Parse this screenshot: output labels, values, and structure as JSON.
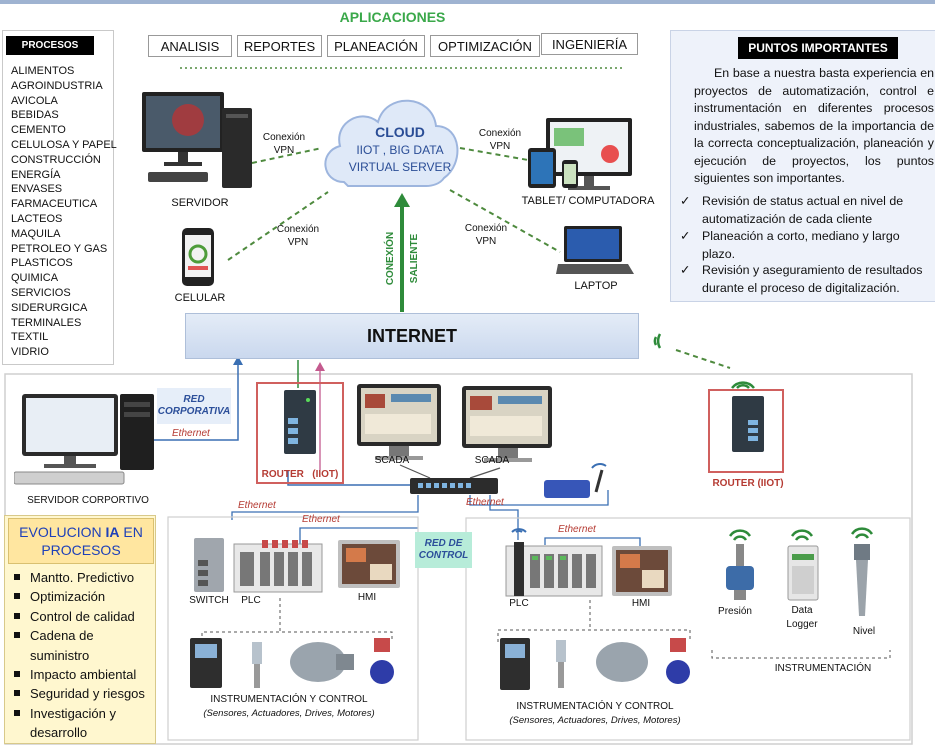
{
  "aplicaciones": {
    "title": "APLICACIONES",
    "buttons": [
      "ANALISIS",
      "REPORTES",
      "PLANEACIÓN",
      "OPTIMIZACIÓN",
      "INGENIERÍA"
    ]
  },
  "procesos": {
    "title": "PROCESOS",
    "items": [
      "ALIMENTOS",
      "AGROINDUSTRIA",
      "AVICOLA",
      "BEBIDAS",
      "CEMENTO",
      "CELULOSA Y PAPEL",
      "CONSTRUCCIÓN",
      "ENERGÍA",
      "ENVASES",
      "FARMACEUTICA",
      "LACTEOS",
      "MAQUILA",
      "PETROLEO Y GAS",
      "PLASTICOS",
      "QUIMICA",
      "SERVICIOS",
      "SIDERURGICA",
      "TERMINALES",
      "TEXTIL",
      "VIDRIO"
    ]
  },
  "cloud": {
    "title": "CLOUD",
    "line1": "IIOT , BIG DATA",
    "line2": "VIRTUAL SERVER"
  },
  "vpn": {
    "line1": "Conexión",
    "line2": "VPN"
  },
  "devices": {
    "servidor": "SERVIDOR",
    "celular": "CELULAR",
    "tablet": "TABLET/ COMPUTADORA",
    "laptop": "LAPTOP"
  },
  "conexion_saliente": {
    "line1": "CONEXIÓN",
    "line2": "SALIENTE"
  },
  "internet": "INTERNET",
  "puntos": {
    "title": "PUNTOS IMPORTANTES",
    "intro": "En base a nuestra basta experiencia en proyectos de automatización, control e instrumentación en diferentes procesos industriales, sabemos de la importancia de la correcta conceptualización, planeación y ejecución de proyectos, los puntos siguientes son importantes.",
    "items": [
      "Revisión de status actual en nivel de automatización de cada cliente",
      "Planeación a corto, mediano y largo plazo.",
      "Revisión y aseguramiento de resultados durante el proceso de digitalización."
    ]
  },
  "red_corporativa": {
    "line1": "RED",
    "line2": "CORPORATIVA"
  },
  "ethernet": "Ethernet",
  "servidor_corporativo": "SERVIDOR CORPORTIVO",
  "router_iiot": "ROUTER",
  "router_iiot_tag": "(IIOT)",
  "router_iiot_right": "ROUTER (IIOT)",
  "scada": "SCADA",
  "red_control": {
    "line1": "RED  DE",
    "line2": "CONTROL"
  },
  "switch": "SWITCH",
  "plc": "PLC",
  "hmi": "HMI",
  "instr_control": "INSTRUMENTACIÓN Y CONTROL",
  "instr_control_sub": "(Sensores, Actuadores, Drives, Motores)",
  "instrumentacion": "INSTRUMENTACIÓN",
  "presion": "Presión",
  "data_logger": {
    "line1": "Data",
    "line2": "Logger"
  },
  "nivel": "Nivel",
  "evolucion": {
    "title_part1": "EVOLUCION",
    "title_ia": "IA",
    "title_part2": "EN",
    "title_line2": "PROCESOS",
    "items": [
      "Mantto. Predictivo",
      "Optimización",
      "Control de calidad",
      "Cadena de suministro",
      "Impacto ambiental",
      "Seguridad  y riesgos",
      "Investigación  y desarrollo"
    ]
  },
  "colors": {
    "green_title": "#3aa84a",
    "dashed_green": "#4e8a3e",
    "blue_line": "#3a6fb3",
    "red_text": "#b53b33",
    "evo_blue": "#1e40b8"
  }
}
